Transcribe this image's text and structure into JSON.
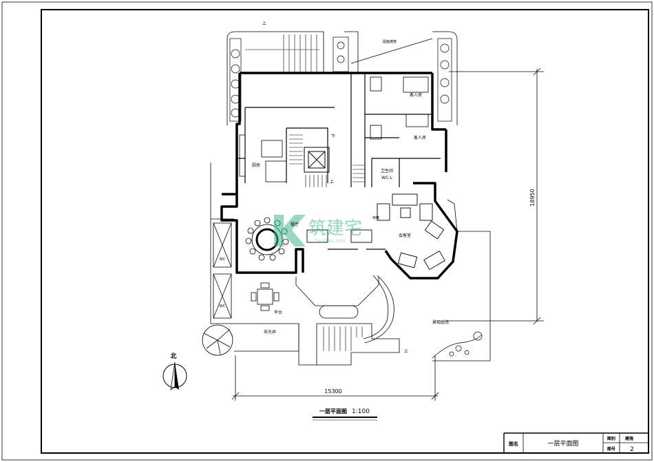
{
  "plan": {
    "title": "一层平面图",
    "scale": "1:100",
    "dim_width": "15300",
    "dim_height": "18950",
    "north": "北",
    "watermark_main": "筑建宅",
    "watermark_sub": "ZHUJIANG.COM"
  },
  "rooms": {
    "kitchen": "厨房",
    "dining": "餐厅",
    "living": "会客室",
    "guest_room_1": "客人房",
    "guest_room_2": "客人房",
    "toilet": "卫生间",
    "toilet_code": "WC-L",
    "platform": "平台",
    "garden": "景观庭院",
    "sunlight": "采光井",
    "lift_label": "电梯",
    "roof_note": "屋面坡度",
    "wc_1": "WC",
    "wc_2": "WC"
  },
  "stair_marks": {
    "up_top": "上",
    "up_lift": "上",
    "down_lift": "下",
    "up_bottom": "上"
  },
  "title_block": {
    "name_label": "图名",
    "name_value": "一层平面图",
    "drawing_label": "图别",
    "drawing_value": "建施",
    "number_label": "图号",
    "number_value": "2"
  },
  "colors": {
    "line": "#000000",
    "watermark": "#3fb98c"
  }
}
